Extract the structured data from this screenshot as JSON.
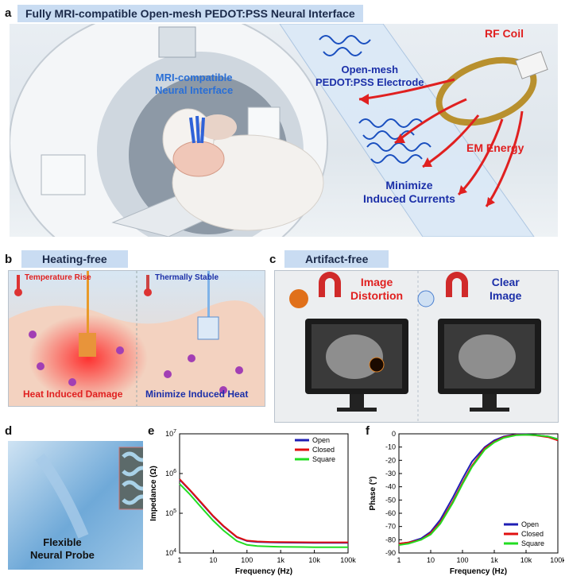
{
  "panels": {
    "a": {
      "label": "a",
      "banner": "Fully MRI-compatible Open-mesh PEDOT:PSS Neural Interface",
      "mri_label_line1": "MRI-compatible",
      "mri_label_line2": "Neural Interface",
      "electrode_line1": "Open-mesh",
      "electrode_line2": "PEDOT:PSS Electrode",
      "rf_coil": "RF Coil",
      "em_energy": "EM Energy",
      "minimize_line1": "Minimize",
      "minimize_line2": "Induced Currents"
    },
    "b": {
      "label": "b",
      "banner": "Heating-free",
      "temp_rise": "Temperature Rise",
      "thermally_stable": "Thermally Stable",
      "heat_damage": "Heat Induced Damage",
      "minimize_heat": "Minimize Induced Heat"
    },
    "c": {
      "label": "c",
      "banner": "Artifact-free",
      "distortion_line1": "Image",
      "distortion_line2": "Distortion",
      "clear_line1": "Clear",
      "clear_line2": "Image"
    },
    "d": {
      "label": "d",
      "probe_line1": "Flexible",
      "probe_line2": "Neural Probe"
    },
    "e": {
      "label": "e"
    },
    "f": {
      "label": "f"
    }
  },
  "colors": {
    "open": "#1f1fb4",
    "closed": "#e01010",
    "square": "#22dd22",
    "accent_blue": "#2a6fd6",
    "accent_red": "#e02020",
    "dark_blue": "#1b2fa8"
  },
  "chart_data": [
    {
      "type": "line",
      "panel": "e",
      "xlabel": "Frequency (Hz)",
      "ylabel": "Impedance (Ω)",
      "xscale": "log",
      "yscale": "log",
      "xlim": [
        1,
        100000
      ],
      "ylim": [
        10000,
        10000000
      ],
      "xticks": [
        "1",
        "10",
        "100",
        "1k",
        "10k",
        "100k"
      ],
      "yticks": [
        "10^4",
        "10^5",
        "10^6",
        "10^7"
      ],
      "legend_position": "top-right",
      "x": [
        1,
        2,
        5,
        10,
        20,
        50,
        100,
        200,
        500,
        1000,
        10000,
        100000
      ],
      "series": [
        {
          "name": "Open",
          "values": [
            700000,
            380000,
            160000,
            83000,
            47000,
            25000,
            20000,
            19000,
            18500,
            18300,
            18000,
            18000
          ]
        },
        {
          "name": "Closed",
          "values": [
            720000,
            390000,
            165000,
            85000,
            48000,
            25500,
            20500,
            19500,
            19000,
            18800,
            18500,
            18500
          ]
        },
        {
          "name": "Square",
          "values": [
            550000,
            300000,
            125000,
            65000,
            37000,
            20000,
            16000,
            15000,
            14500,
            14300,
            14000,
            14000
          ]
        }
      ]
    },
    {
      "type": "line",
      "panel": "f",
      "xlabel": "Frequency (Hz)",
      "ylabel": "Phase (°)",
      "xscale": "log",
      "xlim": [
        1,
        100000
      ],
      "ylim": [
        -90,
        0
      ],
      "xticks": [
        "1",
        "10",
        "100",
        "1k",
        "10k",
        "100k"
      ],
      "yticks": [
        "0",
        "-10",
        "-20",
        "-30",
        "-40",
        "-50",
        "-60",
        "-70",
        "-80",
        "-90"
      ],
      "legend_position": "bottom-right",
      "x": [
        1,
        2,
        5,
        10,
        20,
        50,
        100,
        200,
        500,
        1000,
        2000,
        5000,
        10000,
        20000,
        50000,
        100000
      ],
      "series": [
        {
          "name": "Open",
          "values": [
            -83,
            -82,
            -79,
            -74,
            -65,
            -48,
            -34,
            -21,
            -10,
            -5,
            -2,
            -0.5,
            -0.5,
            -1,
            -2,
            -4
          ]
        },
        {
          "name": "Closed",
          "values": [
            -83,
            -82,
            -80,
            -75,
            -67,
            -51,
            -37,
            -24,
            -11,
            -6,
            -2.5,
            -0.7,
            -0.7,
            -1.2,
            -2.5,
            -5
          ]
        },
        {
          "name": "Square",
          "values": [
            -84,
            -83,
            -80,
            -76,
            -68,
            -52,
            -38,
            -25,
            -12,
            -6.5,
            -3,
            -1,
            -0.8,
            -1,
            -2,
            -4
          ]
        }
      ]
    }
  ]
}
